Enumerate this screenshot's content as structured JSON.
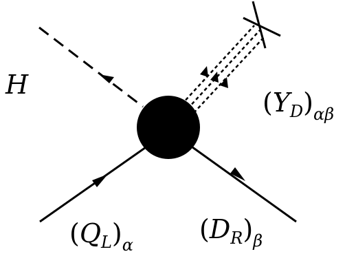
{
  "labels": {
    "higgs": "H",
    "yukawa_main": "Y",
    "yukawa_inner_sub": "D",
    "yukawa_sub": "αβ",
    "quark_left_main": "Q",
    "quark_left_inner_sub": "L",
    "quark_left_sub": "α",
    "quark_right_main": "D",
    "quark_right_inner_sub": "R",
    "quark_right_sub": "β"
  },
  "colors": {
    "ink": "#000000",
    "background": "#ffffff"
  }
}
